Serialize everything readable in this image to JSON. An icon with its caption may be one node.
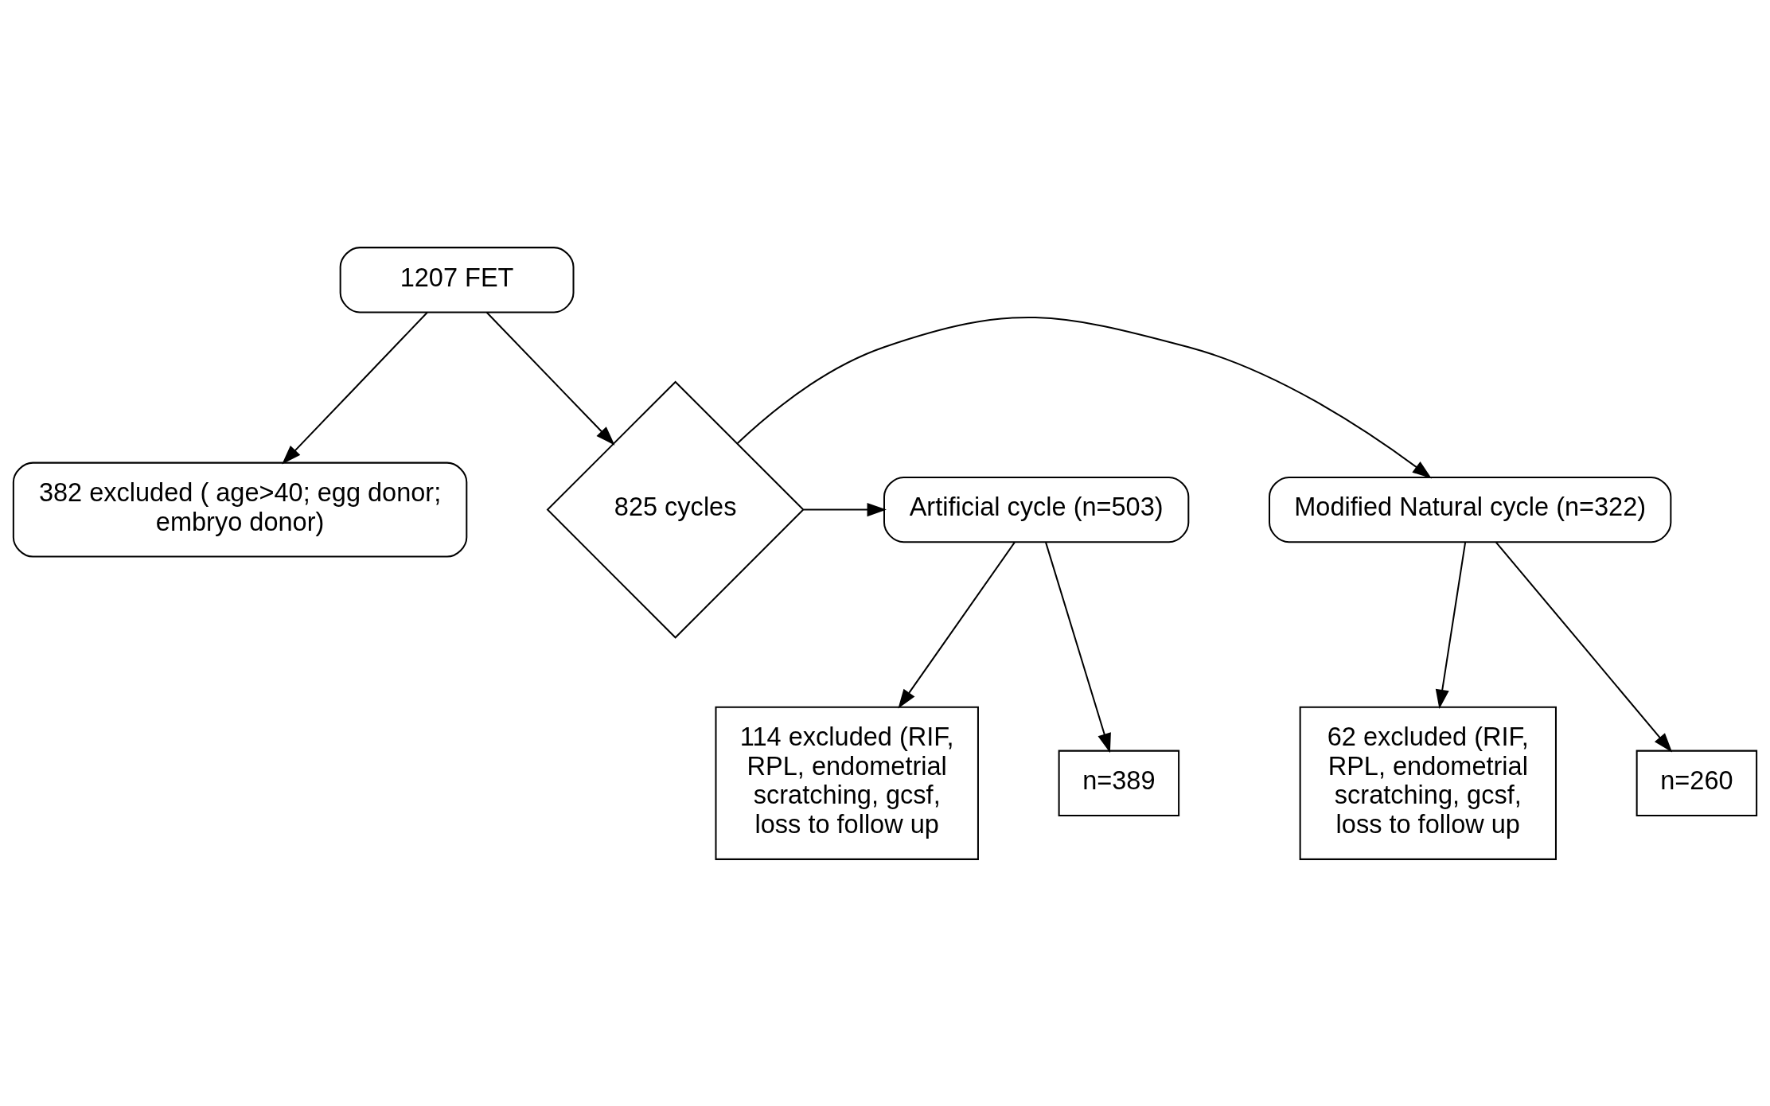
{
  "diagram": {
    "nodes": [
      {
        "text": [
          "1207 FET"
        ]
      },
      {
        "text": [
          "382 excluded ( age>40; egg donor; embryo donor)"
        ]
      },
      {
        "text": [
          "825 cycles"
        ]
      },
      {
        "text": [
          "Modified Natural cycle (n=322)"
        ]
      },
      {
        "text": [
          "Artificial cycle (n=503)"
        ]
      },
      {
        "text": [
          "62 excluded (RIF, RPL, endometrial scratching, gcsf, loss to follow up"
        ]
      },
      {
        "text": [
          "114 excluded (RIF, RPL, endometrial scratching, gcsf, loss to follow up"
        ]
      },
      {
        "text": [
          "n=260"
        ]
      },
      {
        "text": [
          "n=389"
        ]
      }
    ],
    "edges": [
      {
        "from": 0,
        "to": 1,
        "arrow": "to"
      },
      {
        "from": 0,
        "to": 2,
        "arrow": "to"
      },
      {
        "from": 2,
        "to": 3,
        "arrow": "to"
      },
      {
        "from": 2,
        "to": 4,
        "arrow": "to"
      },
      {
        "from": 3,
        "to": 5,
        "arrow": "to"
      },
      {
        "from": 3,
        "to": 7,
        "arrow": "to"
      },
      {
        "from": 4,
        "to": 6,
        "arrow": "to"
      },
      {
        "from": 4,
        "to": 8,
        "arrow": "to"
      }
    ]
  }
}
